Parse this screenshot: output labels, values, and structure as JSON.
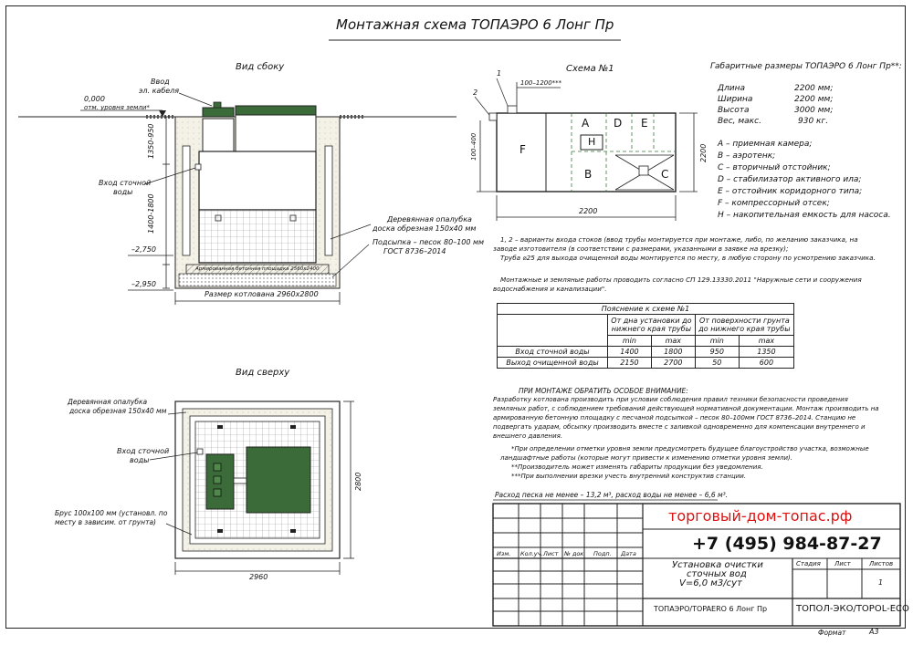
{
  "title": "Монтажная схема ТОПАЭРО 6 Лонг Пр",
  "side_view": {
    "caption": "Вид сбоку",
    "input_cable": [
      "Ввод",
      "эл. кабеля"
    ],
    "ground_level": "0,000",
    "ground_level_label": "отм. уровня земли*",
    "dim_top": "1350-950",
    "dim_middle": "1400-1800",
    "inlet": [
      "Вход сточной",
      "воды"
    ],
    "formwork": [
      "Деревянная опалубка",
      "доска обрезная 150х40 мм"
    ],
    "bedding": [
      "Подсыпка – песок 80–100 мм",
      "ГОСТ 8736–2014"
    ],
    "level_1": "–2,750",
    "level_2": "–2,950",
    "slab_label": "Армированная бетонная площадка 2560х2400",
    "pit_size": "Размер котлована 2960х2800"
  },
  "top_view": {
    "caption": "Вид сверху",
    "formwork": [
      "Деревянная опалубка",
      "доска обрезная 150х40 мм"
    ],
    "inlet": [
      "Вход сточной",
      "воды"
    ],
    "beam": [
      "Брус 100х100 мм (установл. по",
      "месту в зависим. от грунта)"
    ],
    "dim_width": "2960",
    "dim_height": "2800"
  },
  "scheme": {
    "caption": "Схема №1",
    "num1": "1",
    "num2": "2",
    "dim_pipe": "100–1200***",
    "dim_left": "100–400",
    "dim_bottom": "2200",
    "dim_right": "2200",
    "zones": [
      "F",
      "A",
      "H",
      "D",
      "E",
      "B",
      "C"
    ]
  },
  "dimensions": {
    "heading": "Габаритные размеры ТОПАЭРО 6 Лонг Пр**:",
    "rows": [
      {
        "label": "Длина",
        "value": "2200 мм;"
      },
      {
        "label": "Ширина",
        "value": "2200 мм;"
      },
      {
        "label": "Высота",
        "value": "3000 мм;"
      },
      {
        "label": "Вес, макс.",
        "value": "930 кг."
      }
    ]
  },
  "legend": [
    "А – приемная камера;",
    "В – аэротенк;",
    "С – вторичный отстойник;",
    "D – стабилизатор активного ила;",
    "Е – отстойник коридорного типа;",
    "F – компрессорный отсек;",
    "Н – накопительная емкость для насоса."
  ],
  "notes1": [
    "1, 2 – варианты входа  стоков (ввод трубы монтируется при монтаже, либо, по желанию заказчика, на",
    "заводе изготовителя (в соответствии с размерами, указанными в заявке на врезку);",
    "Труба ⌀25 для выхода очищенной воды монтируется по месту, в любую сторону по усмотрению заказчика."
  ],
  "notes2": [
    "Монтажные и земляные работы проводить согласно СП 129.13330.2011 \"Наружные сети и сооружения",
    "водоснабжения и канализации\"."
  ],
  "explain_table": {
    "title": "Пояснение к схеме №1",
    "col1": [
      "От дна установки до",
      "нижнего края трубы"
    ],
    "col2": [
      "От поверхности грунта",
      "до нижнего края трубы"
    ],
    "sub": [
      "min",
      "max",
      "min",
      "max"
    ],
    "rows": [
      {
        "label": "Вход сточной воды",
        "values": [
          "1400",
          "1800",
          "950",
          "1350"
        ]
      },
      {
        "label": "Выход очищенной воды",
        "values": [
          "2150",
          "2700",
          "50",
          "600"
        ]
      }
    ]
  },
  "attention": {
    "heading": "ПРИ МОНТАЖЕ ОБРАТИТЬ ОСОБОЕ ВНИМАНИЕ:",
    "lines": [
      "Разработку котлована производить при условии соблюдения правил техники безопасности проведения",
      "земляных работ, с соблюдением требований действующей нормативной документации. Монтаж производить на",
      "армированную бетонную площадку с песчаной подсыпкой – песок 80–100мм ГОСТ 8736–2014. Станцию не",
      "подвергать ударам, обсыпку производить вместе с заливкой одновременно для компенсации внутреннего и",
      "внешнего давления."
    ],
    "footnotes": [
      "*При определении отметки уровня земли предусмотреть будущее благоустройство участка, возможные",
      "ландшафтные работы (которые могут привести к изменению отметки уровня земли).",
      "**Производитель может изменять габариты продукции без уведомления.",
      "***При выполнении врезки учесть внутренний конструктив станции."
    ],
    "consumption": "Расход песка не менее – 13,2 м³, расход воды не менее – 6,6 м³."
  },
  "stamp": {
    "website": "торговый-дом-топас.рф",
    "phone": "+7 (495) 984-87-27",
    "headers": [
      "Изм.",
      "Кол.уч.",
      "Лист",
      "№ док.",
      "Подп.",
      "Дата"
    ],
    "description": [
      "Установка очистки",
      "сточных вод",
      "V=6,0 м3/сут"
    ],
    "stage_headers": [
      "Стадия",
      "Лист",
      "Листов"
    ],
    "sheets": "1",
    "model": "ТОПАЭРО/TOPAERO 6 Лонг Пр",
    "brand": "ТОПОЛ-ЭКО/TOPOL-ECO",
    "format_label": "Формат",
    "format_value": "А3"
  },
  "colors": {
    "tank_green": "#3c6b3a",
    "sand": "#f4f1e6",
    "line": "#222222"
  }
}
